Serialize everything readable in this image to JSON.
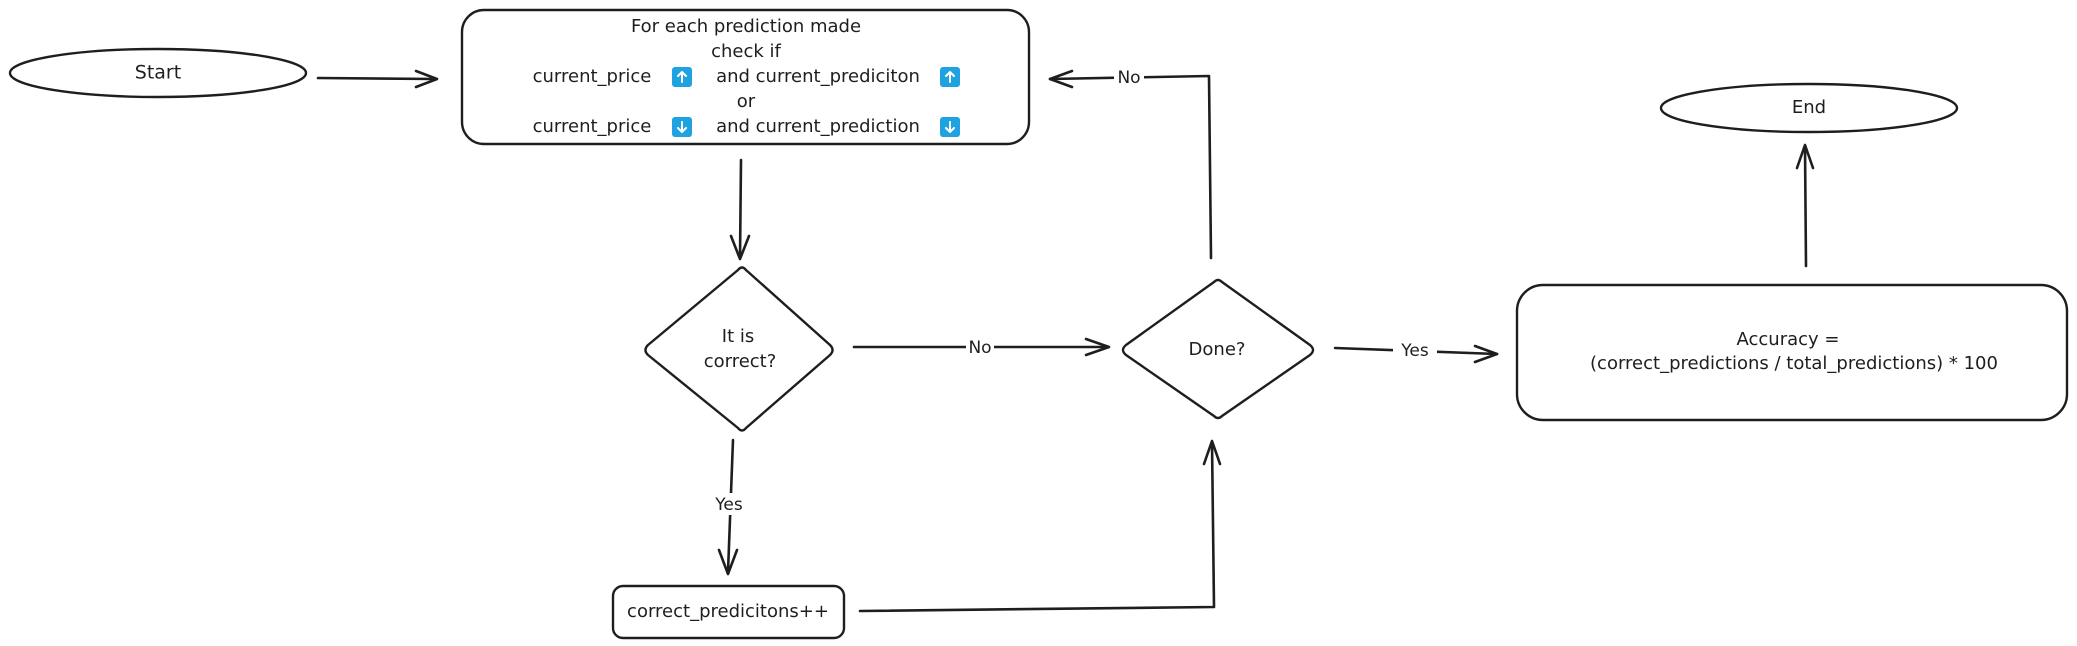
{
  "colors": {
    "stroke": "#1e1e1e",
    "background": "#ffffff",
    "emoji_arrow_bg": "#1ea2e0"
  },
  "nodes": {
    "start": {
      "shape": "ellipse",
      "label": "Start"
    },
    "check": {
      "shape": "rounded-rect",
      "lines": [
        "For each prediction made",
        "check if",
        "current_price",
        "and current_prediciton",
        "or",
        "current_price",
        "and current_prediction"
      ],
      "icons": [
        "up-arrow-icon",
        "up-arrow-icon",
        "down-arrow-icon",
        "down-arrow-icon"
      ]
    },
    "correct": {
      "shape": "diamond",
      "lines": [
        "It is",
        "correct?"
      ]
    },
    "increment": {
      "shape": "rounded-rect",
      "label": "correct_predicitons++"
    },
    "done": {
      "shape": "diamond",
      "label": "Done?"
    },
    "accuracy": {
      "shape": "rounded-rect",
      "lines": [
        "Accuracy =",
        "(correct_predictions / total_predictions) * 100"
      ]
    },
    "end": {
      "shape": "ellipse",
      "label": "End"
    }
  },
  "edges": [
    {
      "from": "start",
      "to": "check",
      "label": ""
    },
    {
      "from": "check",
      "to": "correct",
      "label": ""
    },
    {
      "from": "correct",
      "to": "done",
      "label": "No"
    },
    {
      "from": "correct",
      "to": "increment",
      "label": "Yes"
    },
    {
      "from": "increment",
      "to": "done",
      "label": ""
    },
    {
      "from": "done",
      "to": "check",
      "label": "No"
    },
    {
      "from": "done",
      "to": "accuracy",
      "label": "Yes"
    },
    {
      "from": "accuracy",
      "to": "end",
      "label": ""
    }
  ]
}
